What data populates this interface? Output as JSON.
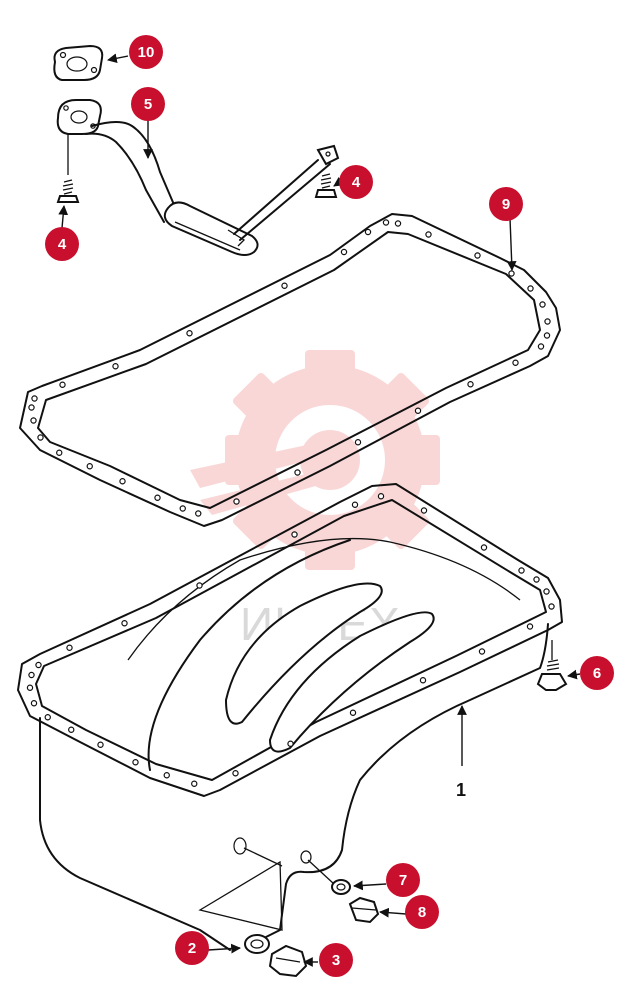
{
  "watermark": {
    "text": "ИНТЕХ",
    "color": "#f6b8b8"
  },
  "accent_color": "#c8102e",
  "callouts": [
    {
      "id": "c10",
      "label": "10"
    },
    {
      "id": "c5",
      "label": "5"
    },
    {
      "id": "c4a",
      "label": "4"
    },
    {
      "id": "c4b",
      "label": "4"
    },
    {
      "id": "c9",
      "label": "9"
    },
    {
      "id": "c6",
      "label": "6"
    },
    {
      "id": "c7",
      "label": "7"
    },
    {
      "id": "c8",
      "label": "8"
    },
    {
      "id": "c2",
      "label": "2"
    },
    {
      "id": "c3",
      "label": "3"
    }
  ],
  "plain_labels": [
    {
      "id": "p1",
      "label": "1"
    }
  ]
}
